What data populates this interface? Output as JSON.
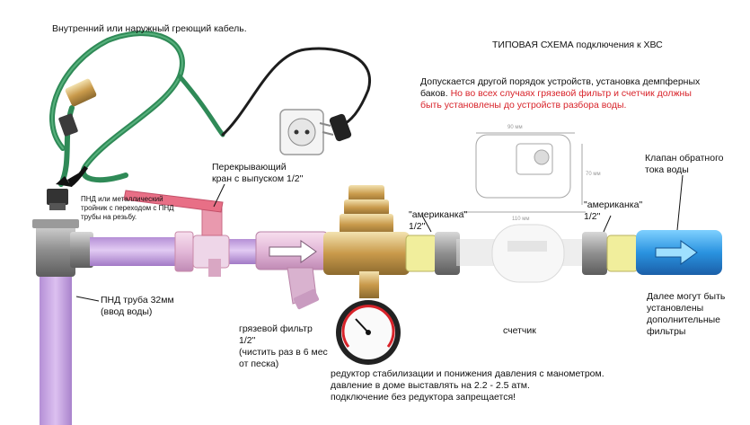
{
  "title": "ТИПОВАЯ СХЕМА подключения к ХВС",
  "note_black": "Допускается другой порядок устройств, установка демпферных баков.",
  "note_red": "Но во всех случаях грязевой фильтр и счетчик должны быть установлены до устройств разбора воды.",
  "labels": {
    "heating_cable": "Внутренний  или наружный греющий кабель.",
    "tee": [
      "ПНД или металлический",
      "тройник с переходом с ПНД",
      "трубы на резьбу."
    ],
    "valve": [
      "Перекрывающий",
      "кран с выпуском 1/2\""
    ],
    "pipe": [
      "ПНД труба 32мм",
      "(ввод воды)"
    ],
    "filter": [
      "грязевой фильтр",
      "1/2\"",
      "(чистить раз в 6 мес",
      "от песка)"
    ],
    "union_left": [
      "\"американка\"",
      "1/2\""
    ],
    "union_right": [
      "\"американка\"",
      "1/2\""
    ],
    "check_valve": [
      "Клапан обратного",
      "тока воды"
    ],
    "meter": "счетчик",
    "further": [
      "Далее могут быть",
      "установлены",
      "дополнительные",
      "фильтры"
    ],
    "reducer": [
      "редуктор стабилизации и понижения давления с манометром.",
      "давление в доме выставлять на 2.2  - 2.5 атм.",
      "подключение без редуктора запрещается!"
    ],
    "dim_top": "90 мм",
    "dim_bottom": "110 мм",
    "dim_side": "70 мм"
  },
  "colors": {
    "pipe": "#c9a6e4",
    "cable": "#2f8a57",
    "brass": "#d8b672",
    "valve_red": "#e86f86",
    "check_valve": "#3aa0e8",
    "union_yellow": "#f1ee9c",
    "note_red": "#d8232a"
  }
}
